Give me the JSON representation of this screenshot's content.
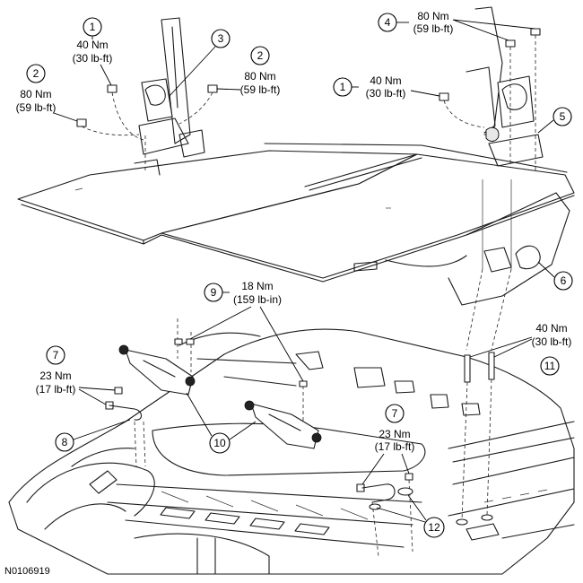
{
  "figure_id": "N0106919",
  "callouts": [
    {
      "id": "c1a",
      "number": "1",
      "torque": [
        "40 Nm",
        "(30 lb-ft)"
      ]
    },
    {
      "id": "c2a",
      "number": "2",
      "torque": [
        "80 Nm",
        "(59 lb-ft)"
      ]
    },
    {
      "id": "c3",
      "number": "3",
      "torque": []
    },
    {
      "id": "c2b",
      "number": "2",
      "torque": [
        "80 Nm",
        "(59 lb-ft)"
      ]
    },
    {
      "id": "c4",
      "number": "4",
      "torque": [
        "80 Nm",
        "(59 lb-ft)"
      ]
    },
    {
      "id": "c1b",
      "number": "1",
      "torque": [
        "40 Nm",
        "(30 lb-ft)"
      ]
    },
    {
      "id": "c5",
      "number": "5",
      "torque": []
    },
    {
      "id": "c6",
      "number": "6",
      "torque": []
    },
    {
      "id": "c9",
      "number": "9",
      "torque": [
        "18 Nm",
        "(159 lb-in)"
      ]
    },
    {
      "id": "c11",
      "number": "11",
      "torque": [
        "40 Nm",
        "(30 lb-ft)"
      ]
    },
    {
      "id": "c7a",
      "number": "7",
      "torque": [
        "23 Nm",
        "(17 lb-ft)"
      ]
    },
    {
      "id": "c8",
      "number": "8",
      "torque": []
    },
    {
      "id": "c10",
      "number": "10",
      "torque": []
    },
    {
      "id": "c7b",
      "number": "7",
      "torque": [
        "23 Nm",
        "(17 lb-ft)"
      ]
    },
    {
      "id": "c12",
      "number": "12",
      "torque": []
    }
  ]
}
